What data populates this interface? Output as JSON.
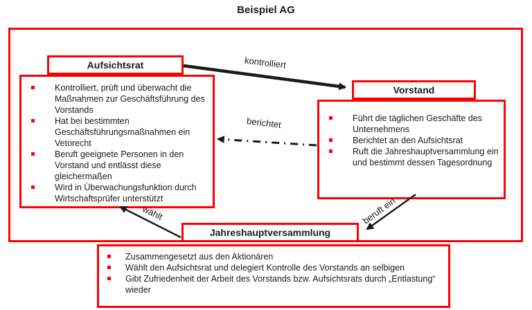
{
  "title": "Beispiel AG",
  "colors": {
    "accent": "#fe0000",
    "text": "#1a1a1a",
    "background": "#ffffff"
  },
  "nodes": {
    "aufsichtsrat": {
      "label": "Aufsichtsrat",
      "bullets": [
        "Kontrolliert, prüft und überwacht die Maßnahmen zur Geschäftsführung des Vorstands",
        "Hat bei bestimmten Geschäftsführungsmaßnahmen ein Vetorecht",
        "Beruft geeignete Personen in den Vorstand und entlässt diese gleichermaßen",
        "Wird in Überwachungsfunktion durch Wirtschaftsprüfer unterstützt"
      ]
    },
    "vorstand": {
      "label": "Vorstand",
      "bullets": [
        "Führt die täglichen Geschäfte des Unternehmens",
        "Berichtet an den Aufsichtsrat",
        "Ruft die Jahreshauptversammlung ein und bestimmt dessen Tagesordnung"
      ]
    },
    "jahreshauptversammlung": {
      "label": "Jahreshauptversammlung",
      "bullets": [
        "Zusammengesetzt aus den Aktionären",
        "Wählt den Aufsichtsrat und delegiert Kontrolle des Vorstands an selbigen",
        "Gibt Zufriedenheit der Arbeit des Vorstands bzw. Aufsichtsrats durch „Entlastung“ wieder"
      ]
    }
  },
  "edges": {
    "kontrolliert": "kontrolliert",
    "berichtet": "berichtet",
    "waehlt": "wählt",
    "beruft_ein": "beruft ein"
  }
}
